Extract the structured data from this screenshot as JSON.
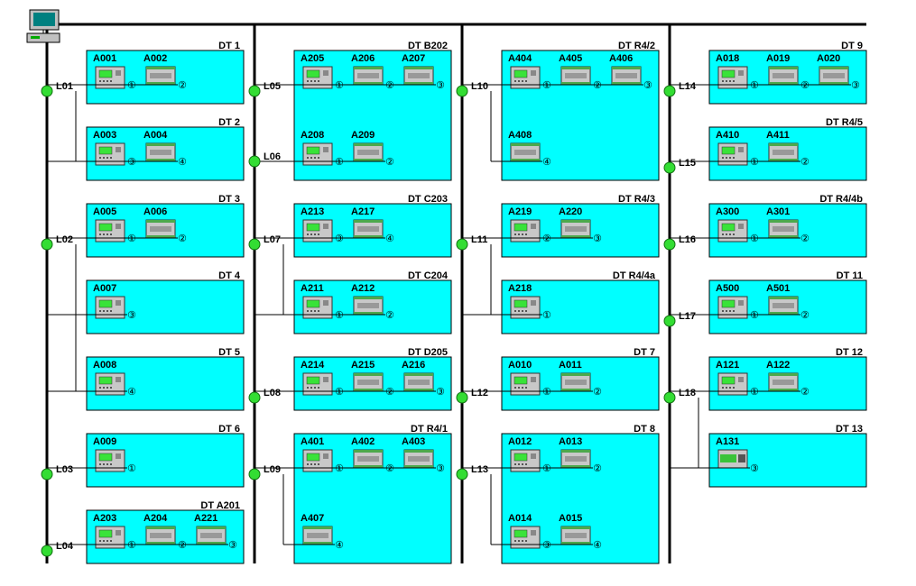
{
  "accent": {
    "dt_fill": "#00ffff",
    "node": "#33dd33",
    "bus": "#000000"
  },
  "columns": [
    {
      "groups": [
        {
          "line": "L01",
          "dts": [
            {
              "name": "DT 1",
              "devices": [
                {
                  "id": "A001",
                  "type": "panel",
                  "port": "①"
                },
                {
                  "id": "A002",
                  "type": "module",
                  "port": "②"
                }
              ]
            },
            {
              "name": "DT 2",
              "devices": [
                {
                  "id": "A003",
                  "type": "panel",
                  "port": "③"
                },
                {
                  "id": "A004",
                  "type": "module",
                  "port": "④"
                }
              ]
            }
          ]
        },
        {
          "line": "L02",
          "dts": [
            {
              "name": "DT 3",
              "devices": [
                {
                  "id": "A005",
                  "type": "panel",
                  "port": "①"
                },
                {
                  "id": "A006",
                  "type": "module",
                  "port": "②"
                }
              ]
            },
            {
              "name": "DT 4",
              "devices": [
                {
                  "id": "A007",
                  "type": "panel",
                  "port": "③"
                }
              ]
            },
            {
              "name": "DT 5",
              "devices": [
                {
                  "id": "A008",
                  "type": "panel",
                  "port": "④"
                }
              ]
            }
          ]
        },
        {
          "line": "L03",
          "dts": [
            {
              "name": "DT 6",
              "devices": [
                {
                  "id": "A009",
                  "type": "panel",
                  "port": "①"
                }
              ]
            }
          ]
        },
        {
          "line": "L04",
          "dts": [
            {
              "name": "DT A201",
              "devices": [
                {
                  "id": "A203",
                  "type": "panel",
                  "port": "①"
                },
                {
                  "id": "A204",
                  "type": "module",
                  "port": "②"
                },
                {
                  "id": "A221",
                  "type": "module",
                  "port": "③"
                }
              ]
            }
          ]
        }
      ]
    },
    {
      "groups": [
        {
          "line": "L05",
          "dts": [
            {
              "name": "DT B202",
              "double": true,
              "devices": [
                {
                  "id": "A205",
                  "type": "panel",
                  "port": "①"
                },
                {
                  "id": "A206",
                  "type": "module",
                  "port": "②"
                },
                {
                  "id": "A207",
                  "type": "module",
                  "port": "③"
                }
              ],
              "devices2": [
                {
                  "id": "A208",
                  "type": "panel",
                  "port": "①"
                },
                {
                  "id": "A209",
                  "type": "module",
                  "port": "②"
                }
              ],
              "line2": "L06"
            }
          ]
        },
        {
          "line": "L07",
          "dts": [
            {
              "name": "DT C203",
              "devices": [
                {
                  "id": "A213",
                  "type": "panel",
                  "port": "③"
                },
                {
                  "id": "A217",
                  "type": "module",
                  "port": "④"
                }
              ]
            },
            {
              "name": "DT C204",
              "devices": [
                {
                  "id": "A211",
                  "type": "panel",
                  "port": "①"
                },
                {
                  "id": "A212",
                  "type": "module",
                  "port": "②"
                }
              ]
            }
          ]
        },
        {
          "line": "L08",
          "dts": [
            {
              "name": "DT D205",
              "devices": [
                {
                  "id": "A214",
                  "type": "panel",
                  "port": "①"
                },
                {
                  "id": "A215",
                  "type": "module",
                  "port": "②"
                },
                {
                  "id": "A216",
                  "type": "module",
                  "port": "③"
                }
              ]
            }
          ]
        },
        {
          "line": "L09",
          "dts": [
            {
              "name": "DT R4/1",
              "double": true,
              "devices": [
                {
                  "id": "A401",
                  "type": "panel",
                  "port": "①"
                },
                {
                  "id": "A402",
                  "type": "module",
                  "port": "②"
                },
                {
                  "id": "A403",
                  "type": "module",
                  "port": "③"
                }
              ],
              "devices2": [
                {
                  "id": "A407",
                  "type": "module",
                  "port": "④"
                }
              ]
            }
          ]
        }
      ]
    },
    {
      "groups": [
        {
          "line": "L10",
          "dts": [
            {
              "name": "DT R4/2",
              "double": true,
              "devices": [
                {
                  "id": "A404",
                  "type": "panel",
                  "port": "①"
                },
                {
                  "id": "A405",
                  "type": "module",
                  "port": "②"
                },
                {
                  "id": "A406",
                  "type": "module",
                  "port": "③"
                }
              ],
              "devices2": [
                {
                  "id": "A408",
                  "type": "module",
                  "port": "④"
                }
              ]
            }
          ]
        },
        {
          "line": "L11",
          "dts": [
            {
              "name": "DT R4/3",
              "devices": [
                {
                  "id": "A219",
                  "type": "panel",
                  "port": "②"
                },
                {
                  "id": "A220",
                  "type": "module",
                  "port": "③"
                }
              ]
            },
            {
              "name": "DT R4/4a",
              "devices": [
                {
                  "id": "A218",
                  "type": "panel",
                  "port": "①"
                }
              ]
            }
          ]
        },
        {
          "line": "L12",
          "dts": [
            {
              "name": "DT 7",
              "devices": [
                {
                  "id": "A010",
                  "type": "panel",
                  "port": "①"
                },
                {
                  "id": "A011",
                  "type": "module",
                  "port": "②"
                }
              ]
            }
          ]
        },
        {
          "line": "L13",
          "dts": [
            {
              "name": "DT 8",
              "double": true,
              "devices": [
                {
                  "id": "A012",
                  "type": "panel",
                  "port": "①"
                },
                {
                  "id": "A013",
                  "type": "module",
                  "port": "②"
                }
              ],
              "devices2": [
                {
                  "id": "A014",
                  "type": "panel",
                  "port": "③"
                },
                {
                  "id": "A015",
                  "type": "module",
                  "port": "④"
                }
              ]
            }
          ]
        }
      ]
    },
    {
      "groups": [
        {
          "line": "L14",
          "dts": [
            {
              "name": "DT 9",
              "devices": [
                {
                  "id": "A018",
                  "type": "panel",
                  "port": "①"
                },
                {
                  "id": "A019",
                  "type": "module",
                  "port": "②"
                },
                {
                  "id": "A020",
                  "type": "module",
                  "port": "③"
                }
              ]
            }
          ]
        },
        {
          "line": "L15",
          "dts": [
            {
              "name": "DT R4/5",
              "devices": [
                {
                  "id": "A410",
                  "type": "panel",
                  "port": "①"
                },
                {
                  "id": "A411",
                  "type": "module",
                  "port": "②"
                }
              ]
            }
          ]
        },
        {
          "line": "L16",
          "dts": [
            {
              "name": "DT R4/4b",
              "devices": [
                {
                  "id": "A300",
                  "type": "panel",
                  "port": "①"
                },
                {
                  "id": "A301",
                  "type": "module",
                  "port": "②"
                }
              ]
            }
          ]
        },
        {
          "line": "L17",
          "dts": [
            {
              "name": "DT 11",
              "devices": [
                {
                  "id": "A500",
                  "type": "panel",
                  "port": "①"
                },
                {
                  "id": "A501",
                  "type": "module",
                  "port": "②"
                }
              ]
            }
          ]
        },
        {
          "line": "L18",
          "dts": [
            {
              "name": "DT 12",
              "devices": [
                {
                  "id": "A121",
                  "type": "panel",
                  "port": "①"
                },
                {
                  "id": "A122",
                  "type": "module",
                  "port": "②"
                }
              ]
            },
            {
              "name": "DT 13",
              "devices": [
                {
                  "id": "A131",
                  "type": "modulegreen",
                  "port": "③"
                }
              ]
            }
          ]
        }
      ]
    }
  ]
}
